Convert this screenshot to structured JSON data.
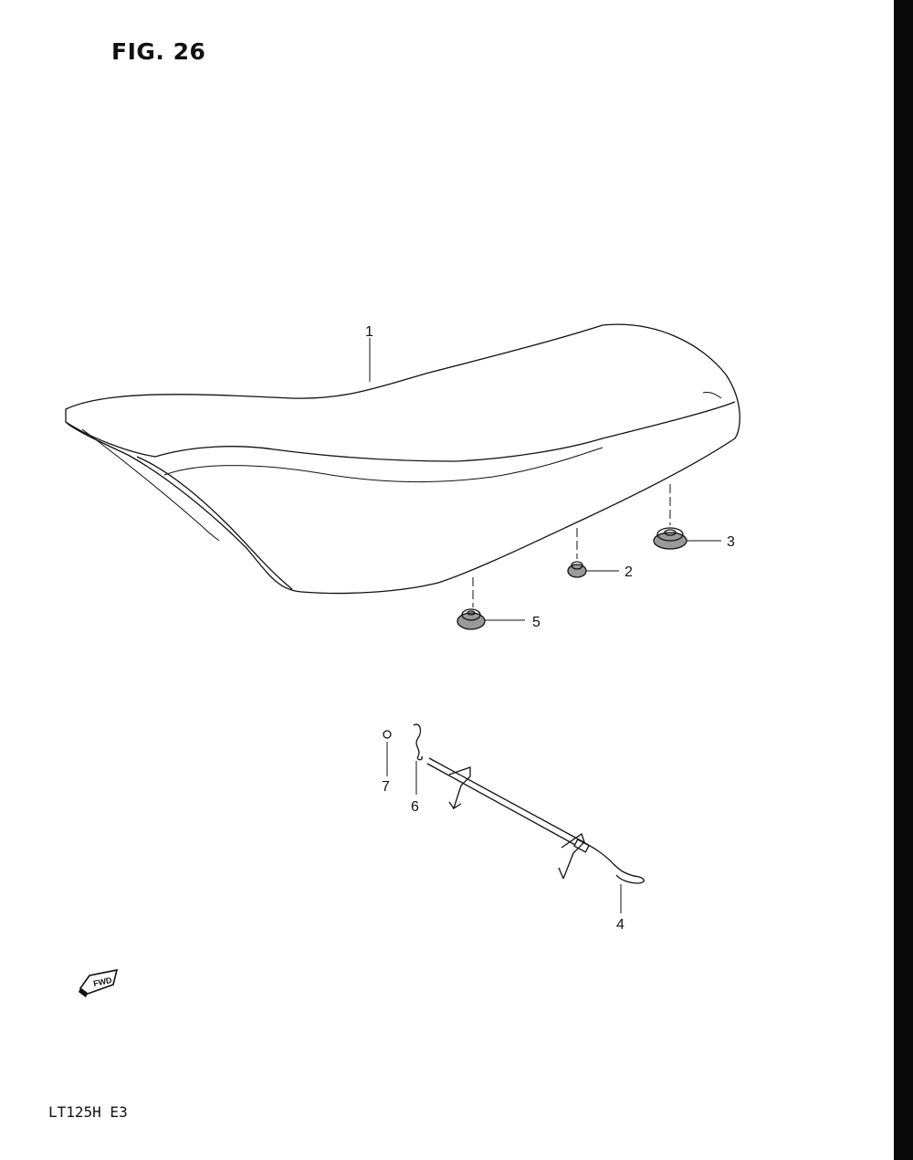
{
  "figure": {
    "title": "FIG. 26"
  },
  "model": {
    "code": "LT125H  E3"
  },
  "fwd_marker": {
    "label": "FWD",
    "icon": "fwd-arrow-icon"
  },
  "parts": [
    {
      "number": "1",
      "icon": "seat-icon"
    },
    {
      "number": "2",
      "icon": "cushion-icon"
    },
    {
      "number": "3",
      "icon": "cushion-icon"
    },
    {
      "number": "4",
      "icon": "seat-lock-rod-icon"
    },
    {
      "number": "5",
      "icon": "cushion-icon"
    },
    {
      "number": "6",
      "icon": "spring-icon"
    },
    {
      "number": "7",
      "icon": "e-ring-icon"
    }
  ]
}
